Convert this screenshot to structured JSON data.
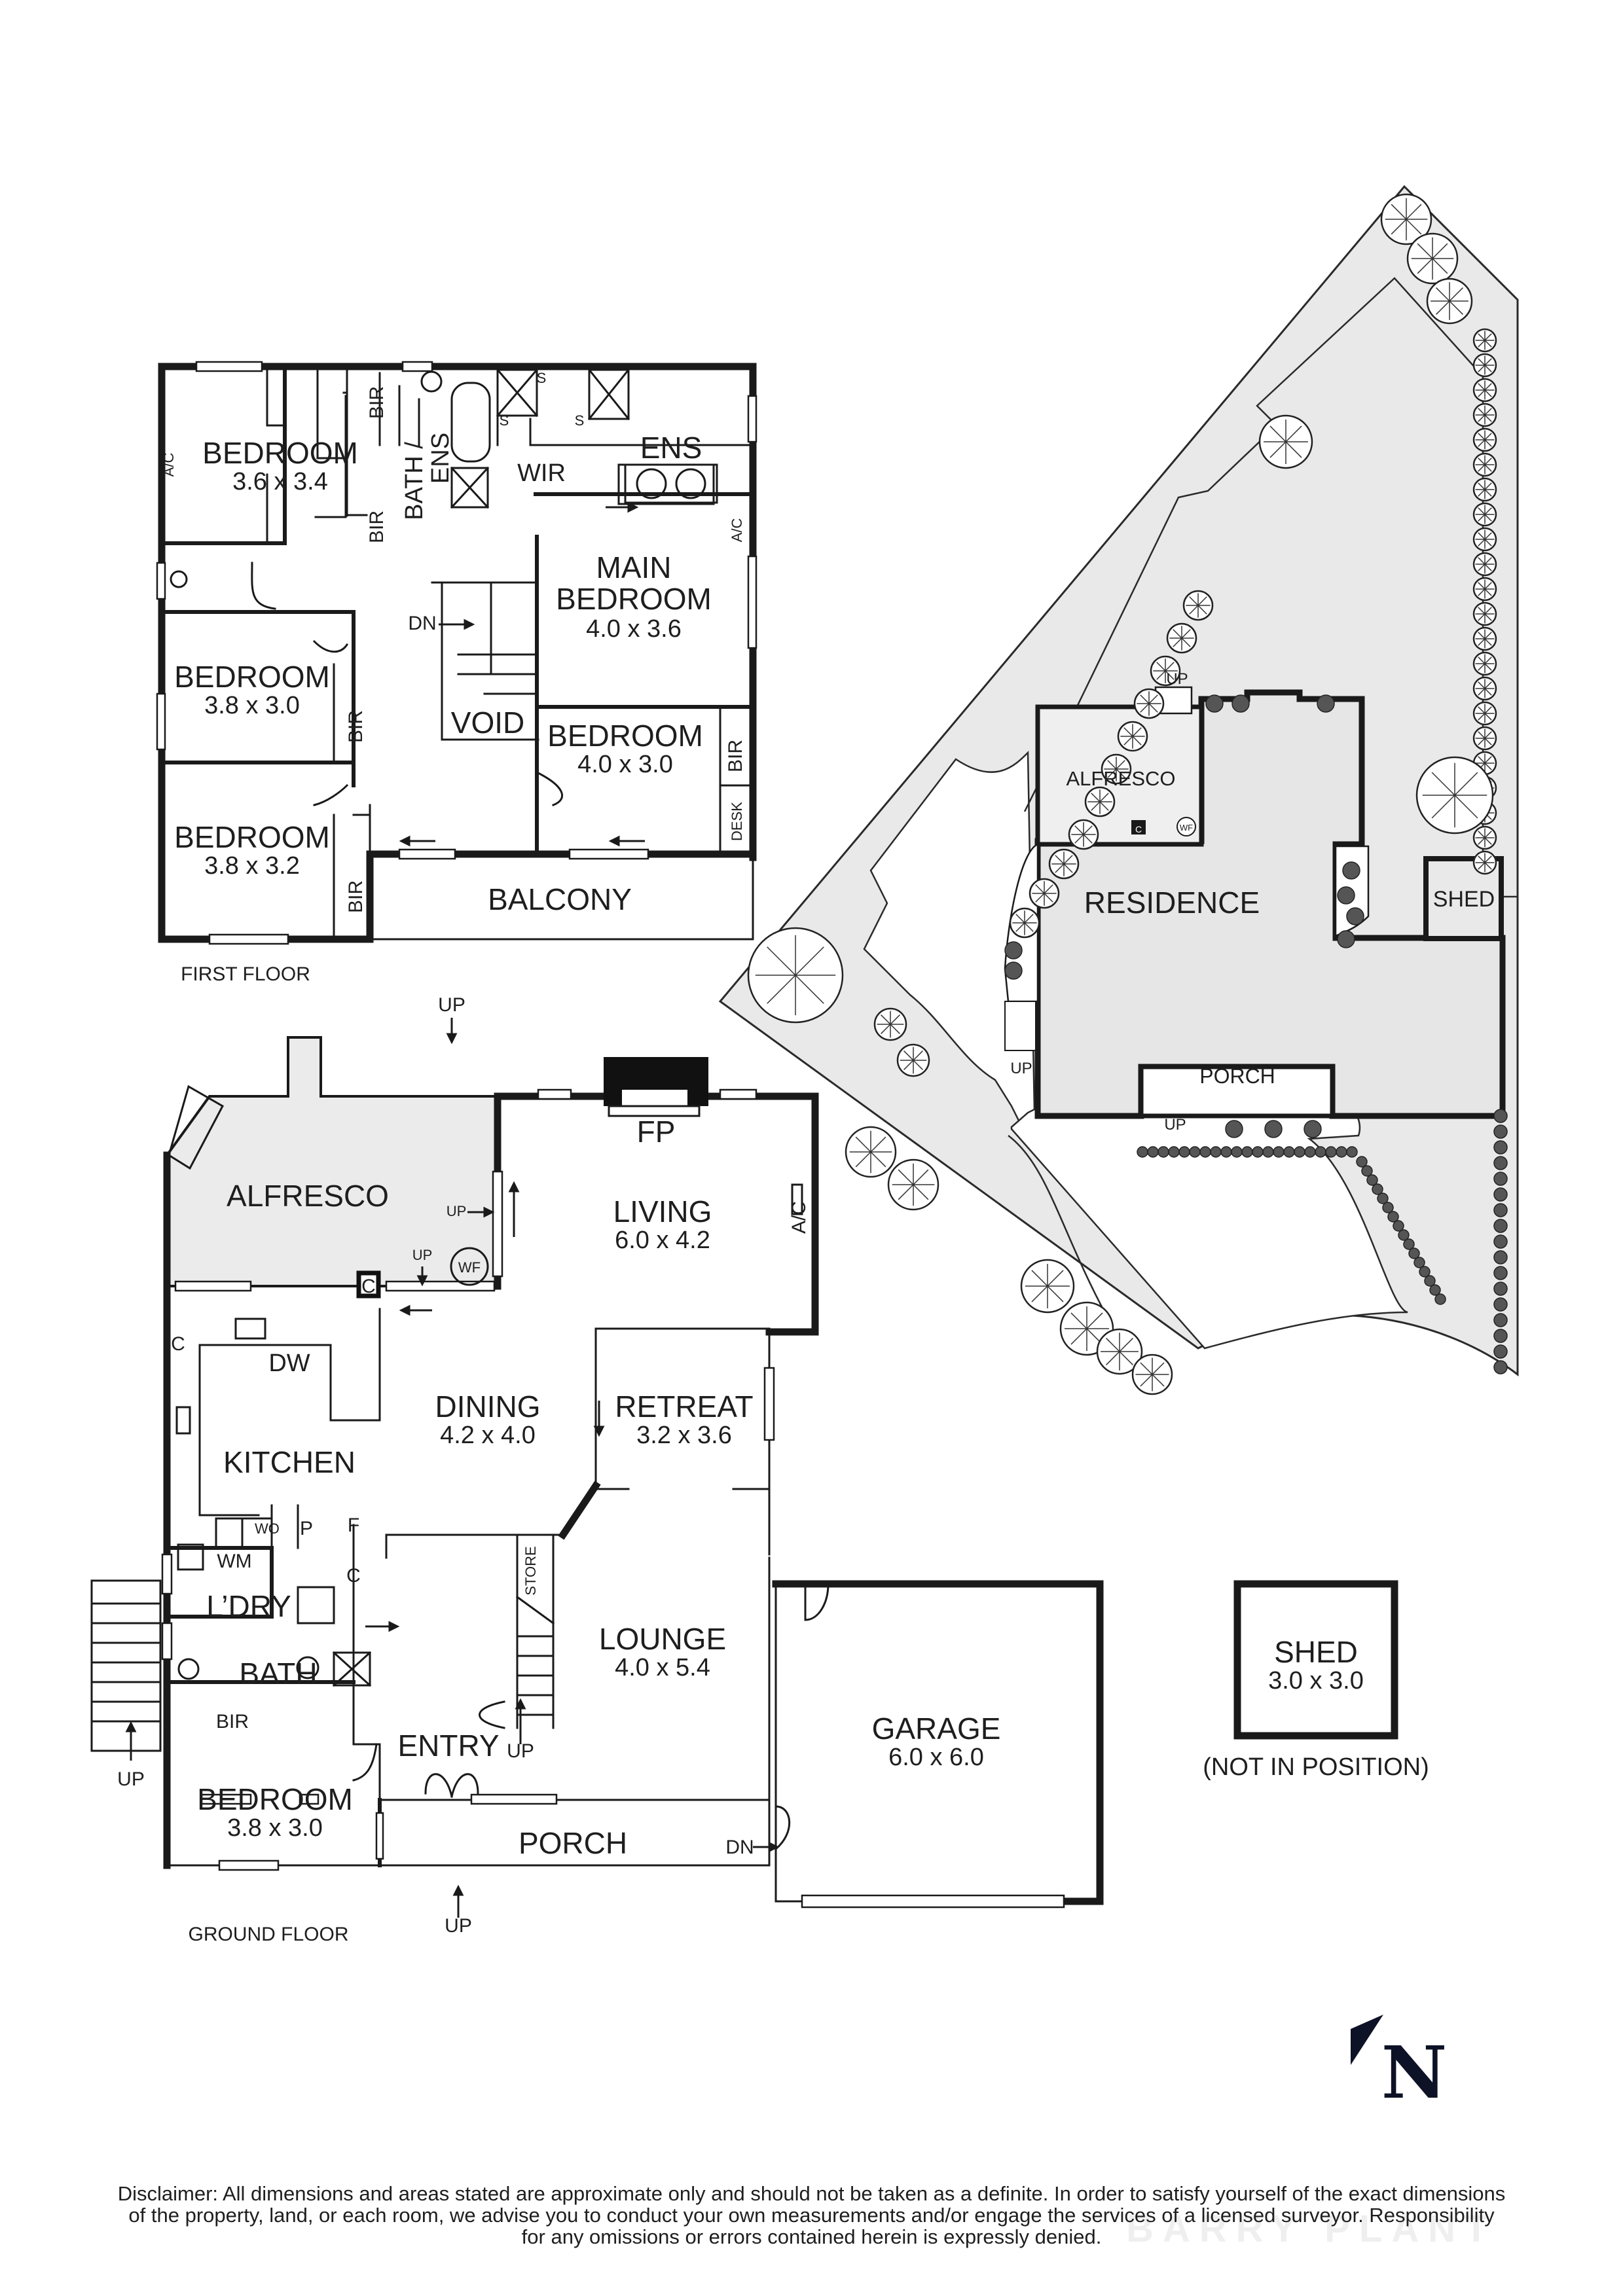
{
  "document": {
    "type": "floor plan",
    "north_label": "N",
    "watermark": "BARRY PLANT"
  },
  "first_floor": {
    "title": "FIRST FLOOR",
    "rooms": [
      {
        "name": "BEDROOM",
        "dims": "3.6 x 3.4"
      },
      {
        "name": "MAIN BEDROOM",
        "line1": "MAIN",
        "line2": "BEDROOM",
        "dims": "4.0 x 3.6"
      },
      {
        "name": "BEDROOM",
        "dims": "3.8 x 3.0"
      },
      {
        "name": "BEDROOM",
        "dims": "4.0 x 3.0"
      },
      {
        "name": "BEDROOM",
        "dims": "3.8 x 3.2"
      },
      {
        "name": "BALCONY"
      },
      {
        "name": "VOID"
      },
      {
        "name": "ENS"
      },
      {
        "name": "WIR"
      },
      {
        "name": "BATH / ENS",
        "line1": "BATH /",
        "line2": "ENS"
      }
    ],
    "labels": {
      "bir": "BIR",
      "ac": "A/C",
      "dn": "DN",
      "desk": "DESK",
      "shelf": "S"
    }
  },
  "ground_floor": {
    "title": "GROUND FLOOR",
    "rooms": [
      {
        "name": "ALFRESCO"
      },
      {
        "name": "LIVING",
        "dims": "6.0 x 4.2"
      },
      {
        "name": "DINING",
        "dims": "4.2 x 4.0"
      },
      {
        "name": "RETREAT",
        "dims": "3.2 x 3.6"
      },
      {
        "name": "KITCHEN"
      },
      {
        "name": "LOUNGE",
        "dims": "4.0 x 5.4"
      },
      {
        "name": "L'DRY",
        "display": "L’DRY"
      },
      {
        "name": "BATH"
      },
      {
        "name": "ENTRY"
      },
      {
        "name": "BEDROOM",
        "dims": "3.8 x 3.0"
      },
      {
        "name": "PORCH"
      },
      {
        "name": "GARAGE",
        "dims": "6.0 x 6.0"
      },
      {
        "name": "SHED",
        "dims": "3.0 x 3.0",
        "note": "(NOT IN POSITION)"
      }
    ],
    "labels": {
      "up": "UP",
      "dn": "DN",
      "fp": "FP",
      "ac": "A/C",
      "wf": "WF",
      "c": "C",
      "dw": "DW",
      "wo": "WO",
      "p": "P",
      "f": "F",
      "wm": "WM",
      "bir": "BIR",
      "store": "STORE"
    }
  },
  "site_plan": {
    "labels": {
      "residence": "RESIDENCE",
      "alfresco": "ALFRESCO",
      "shed": "SHED",
      "porch": "PORCH",
      "up": "UP",
      "c": "C",
      "wf": "WF"
    }
  },
  "disclaimer": {
    "lines": [
      "Disclaimer: All dimensions and areas stated are approximate only and should not be taken as a definite. In order to satisfy yourself of the exact dimensions",
      "of the property, land, or each room, we advise you to conduct your own measurements and/or engage the services of a licensed surveyor. Responsibility",
      "for any omissions or errors contained herein is expressly denied."
    ]
  },
  "colors": {
    "ink": "#1a1a1a",
    "site_fill": "#e9e9ea",
    "compass": "#0e1226"
  }
}
